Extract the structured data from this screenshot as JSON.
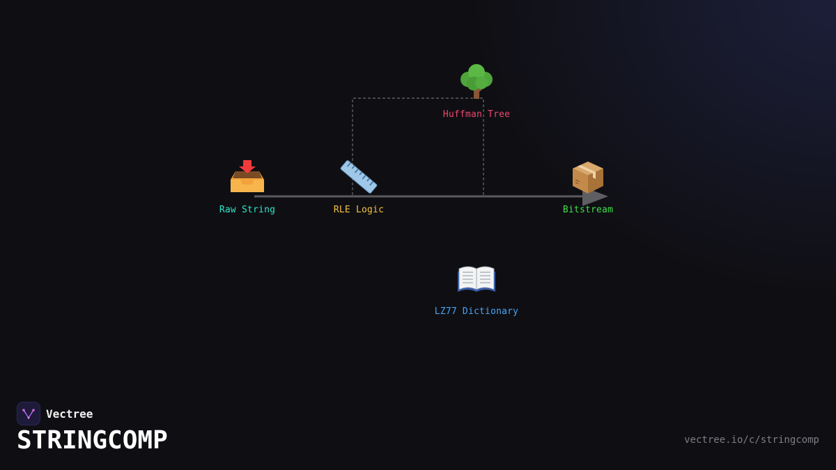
{
  "brand": {
    "name": "Vectree",
    "logo_icon": "vectree-logo-icon",
    "logo_color": "#c86ad8"
  },
  "page": {
    "title": "STRINGCOMP",
    "url": "vectree.io/c/stringcomp"
  },
  "diagram": {
    "nodes": [
      {
        "id": "raw-string",
        "label": "Raw String",
        "icon": "inbox-tray-icon",
        "color": "#2ee6c8"
      },
      {
        "id": "rle-logic",
        "label": "RLE Logic",
        "icon": "ruler-icon",
        "color": "#f5c242"
      },
      {
        "id": "huffman-tree",
        "label": "Huffman Tree",
        "icon": "tree-icon",
        "color": "#f0466e"
      },
      {
        "id": "bitstream",
        "label": "Bitstream",
        "icon": "package-icon",
        "color": "#3fe04a"
      },
      {
        "id": "lz77-dictionary",
        "label": "LZ77 Dictionary",
        "icon": "open-book-icon",
        "color": "#4aa3f5"
      }
    ],
    "edges": [
      {
        "from": "raw-string",
        "to": "bitstream",
        "style": "solid-arrow"
      },
      {
        "from": "rle-logic",
        "to": "huffman-tree",
        "style": "dashed"
      }
    ]
  }
}
